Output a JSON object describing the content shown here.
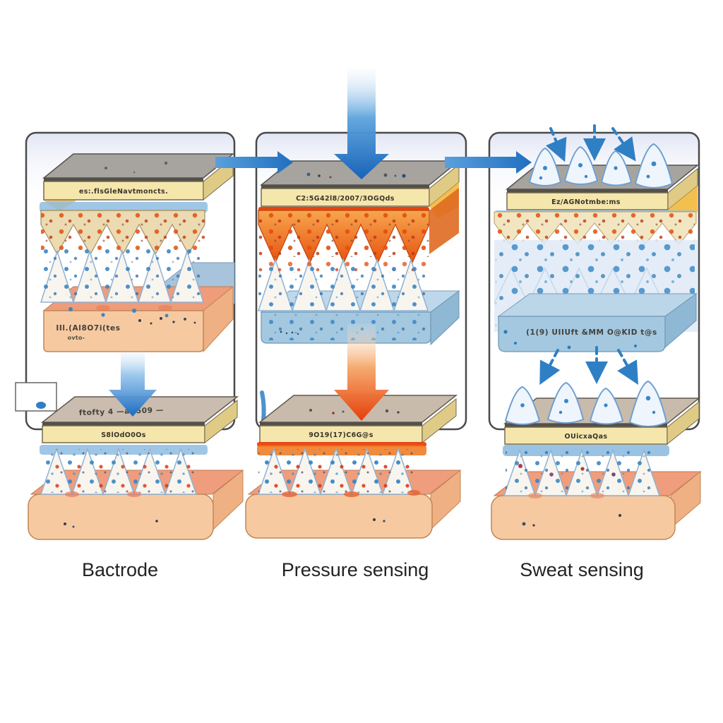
{
  "figure": {
    "captions": {
      "electrode": "Bactrode",
      "pressure": "Pressure sensing",
      "sweat": "Sweat sensing"
    },
    "panels": {
      "electrode": {
        "upper": {
          "strip_label": "es:.flsGleNavtmoncts.",
          "skin_label_line1": "IIl.(Al8O7i(tes",
          "skin_label_line2": "ovto-"
        },
        "lower": {
          "plate_label": "ftofty  4   —a./509 —",
          "strip_label": "S8lOdO0Os"
        }
      },
      "pressure": {
        "upper": {
          "strip_label": "C2:5G42l8/2007/3OGQds"
        },
        "lower": {
          "strip_label": "9O19(17)C6G@s"
        }
      },
      "sweat": {
        "upper": {
          "strip_label": "Ez/AGNotmbe:ms",
          "reservoir_label": "(1(9) UIIUft &MM  O@KID t@s"
        },
        "lower": {
          "strip_label": "OUicxaQas"
        }
      }
    },
    "colors": {
      "arrow_blue": "#2277cc",
      "arrow_orange": "#e8490c",
      "plate_gray": "#a7a49f",
      "plate_tan": "#c9bcae",
      "label_strip_yellow": "#f5e6ac",
      "skin_peach": "#f6c9a1",
      "skin_salmon": "#ef9d7c",
      "hydrogel_blue": "#a3c8e0",
      "pyramid_white": "#f8f5ef",
      "pyramid_edge_blue": "#8fb2d4",
      "compressed_orange": "#ec6a1e",
      "dot_blue": "#3b86c4",
      "dot_red": "#d9330e",
      "panel_outline": "#4a4a4a",
      "background": "#ffffff"
    }
  }
}
